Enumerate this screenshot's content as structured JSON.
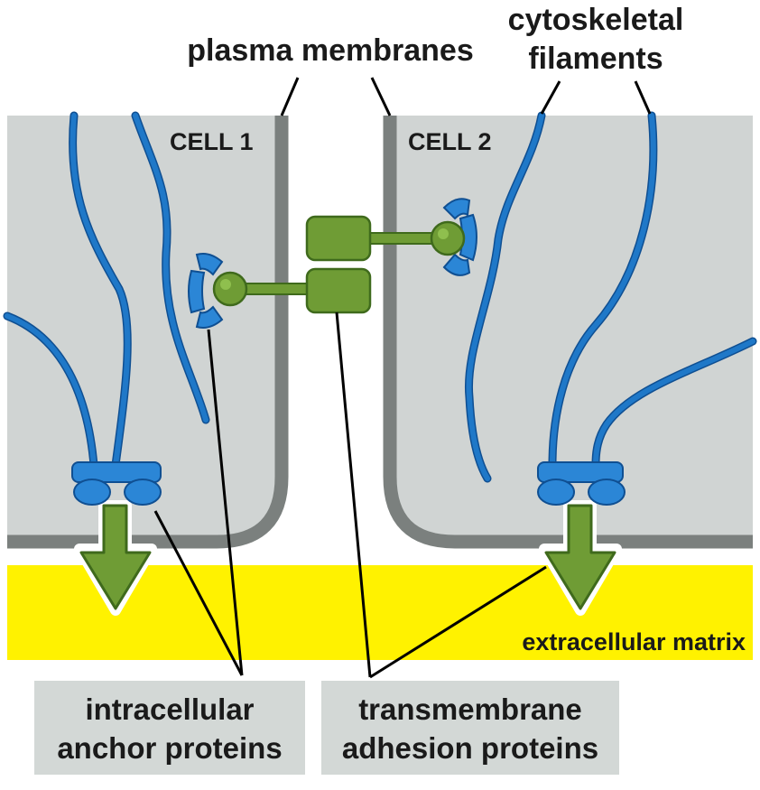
{
  "title_top": {
    "plasma_membranes": "plasma membranes",
    "cytoskeletal_line1": "cytoskeletal",
    "cytoskeletal_line2": "filaments"
  },
  "cells": {
    "cell1": "CELL 1",
    "cell2": "CELL 2"
  },
  "matrix_label": "extracellular matrix",
  "bottom_boxes": {
    "anchor_line1": "intracellular",
    "anchor_line2": "anchor proteins",
    "adhesion_line1": "transmembrane",
    "adhesion_line2": "adhesion proteins"
  },
  "colors": {
    "cell_fill": "#d0d4d3",
    "membrane": "#7b807e",
    "filament": "#1f78c8",
    "filament_dark": "#0f4f92",
    "anchor": "#2b86d6",
    "adhesion": "#6f9c35",
    "adhesion_dark": "#3f6a1c",
    "matrix": "#fff200",
    "label_box": "#d3d8d6",
    "leader": "#000000"
  }
}
